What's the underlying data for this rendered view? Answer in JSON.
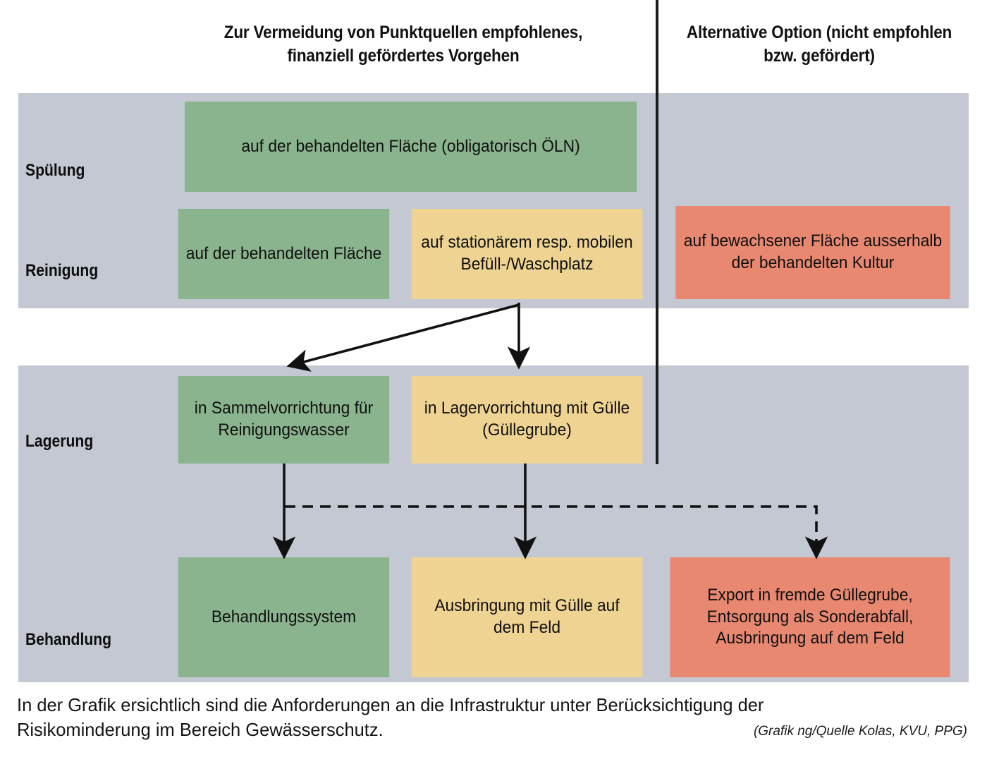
{
  "headers": {
    "recommended": "Zur Vermeidung von Punktquellen empfohlenes, finanziell gefördertes Vorgehen",
    "alternative": "Alternative Option (nicht empfohlen bzw. gefördert)"
  },
  "row_labels": {
    "spuelung": "Spülung",
    "reinigung": "Reinigung",
    "lagerung": "Lagerung",
    "behandlung": "Behandlung"
  },
  "boxes": {
    "spuelung_treated": "auf der behandelten Fläche (obligatorisch ÖLN)",
    "reinigung_treated": "auf der behandelten Fläche",
    "reinigung_station": "auf stationärem resp. mobilen Befüll-/Waschplatz",
    "reinigung_vegetated": "auf bewachsener Fläche ausserhalb der behandelten Kultur",
    "lagerung_collect": "in Sammelvorrichtung für Reinigungswasser",
    "lagerung_slurry": "in Lagervorrichtung mit Gülle (Güllegrube)",
    "behandlung_system": "Behandlungssystem",
    "behandlung_spread": "Ausbringung mit Gülle auf dem Feld",
    "behandlung_export": "Export in fremde Güllegrube, Entsorgung als Sonderabfall, Ausbringung auf dem Feld"
  },
  "caption": "In der Grafik ersichtlich sind die Anforderungen an die Infrastruktur unter Berücksichtigung der Risikominderung im Bereich Gewässerschutz.",
  "credit": "(Grafik ng/Quelle Kolas, KVU, PPG)",
  "colors": {
    "recommended_primary": "#8ab48e",
    "recommended_secondary": "#efd392",
    "not_recommended": "#e98870",
    "panel_background": "#c3c8d2",
    "line": "#1b1b1b",
    "page_background": "#ffffff"
  },
  "connectors": [
    {
      "name": "station-to-collect",
      "style": "solid",
      "from": "reinigung_station",
      "to": "lagerung_collect"
    },
    {
      "name": "station-to-slurry",
      "style": "solid",
      "from": "reinigung_station",
      "to": "lagerung_slurry"
    },
    {
      "name": "collect-to-system",
      "style": "solid",
      "from": "lagerung_collect",
      "to": "behandlung_system"
    },
    {
      "name": "slurry-to-spread",
      "style": "solid",
      "from": "lagerung_slurry",
      "to": "behandlung_spread"
    },
    {
      "name": "collect-to-export",
      "style": "dashed",
      "from": "lagerung_collect",
      "to": "behandlung_export"
    }
  ]
}
